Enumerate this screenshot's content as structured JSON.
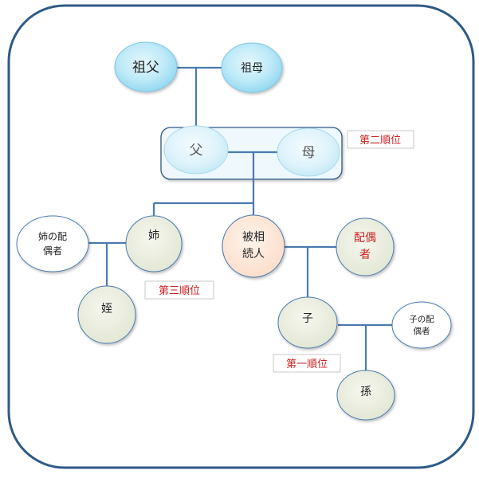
{
  "nodes": {
    "grandfather": "祖父",
    "grandmother": "祖母",
    "father": "父",
    "mother": "母",
    "sister": "姉",
    "sister_spouse_line1": "姉の配",
    "sister_spouse_line2": "偶者",
    "niece": "姪",
    "decedent_line1": "被相",
    "decedent_line2": "続人",
    "spouse_line1": "配偶",
    "spouse_line2": "者",
    "child": "子",
    "child_spouse_line1": "子の配",
    "child_spouse_line2": "偶者",
    "grandchild": "孫"
  },
  "ranks": {
    "second": "第二順位",
    "third": "第三順位",
    "first": "第一順位"
  },
  "colors": {
    "frame": "#2f5a86",
    "line": "#4a7ab0",
    "blue_node": "#aee3f6",
    "green_node": "#e9ecdf",
    "peach_node": "#fde7d8",
    "white_node": "#ffffff",
    "rank_text": "#cc1f1f"
  }
}
